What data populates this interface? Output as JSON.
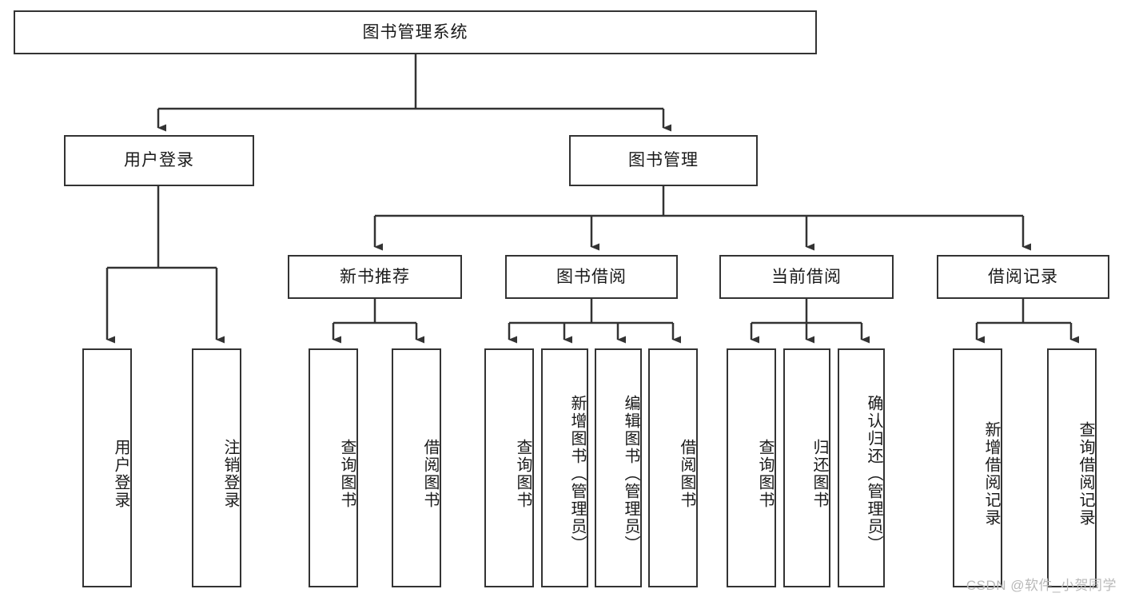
{
  "diagram": {
    "title": "图书管理系统",
    "type": "tree-hierarchy-chart",
    "stroke_color": "#333333",
    "background_color": "#ffffff",
    "text_color": "#1a1a1a"
  },
  "root": {
    "label": "图书管理系统"
  },
  "level2": [
    {
      "label": "用户登录"
    },
    {
      "label": "图书管理"
    }
  ],
  "level3": [
    {
      "label": "新书推荐"
    },
    {
      "label": "图书借阅"
    },
    {
      "label": "当前借阅"
    },
    {
      "label": "借阅记录"
    }
  ],
  "leaves": {
    "user_login": [
      {
        "label": "用户登录"
      },
      {
        "label": "注销登录"
      }
    ],
    "new_book_recommend": [
      {
        "label": "查询图书"
      },
      {
        "label": "借阅图书"
      }
    ],
    "book_borrow": [
      {
        "label": "查询图书"
      },
      {
        "label": "新增图书（管理员）"
      },
      {
        "label": "编辑图书（管理员）"
      },
      {
        "label": "借阅图书"
      }
    ],
    "current_borrow": [
      {
        "label": "查询图书"
      },
      {
        "label": "归还图书"
      },
      {
        "label": "确认归还（管理员）"
      }
    ],
    "borrow_record": [
      {
        "label": "新增借阅记录"
      },
      {
        "label": "查询借阅记录"
      }
    ]
  },
  "watermark": {
    "text": "CSDN @软件_小贺同学"
  }
}
